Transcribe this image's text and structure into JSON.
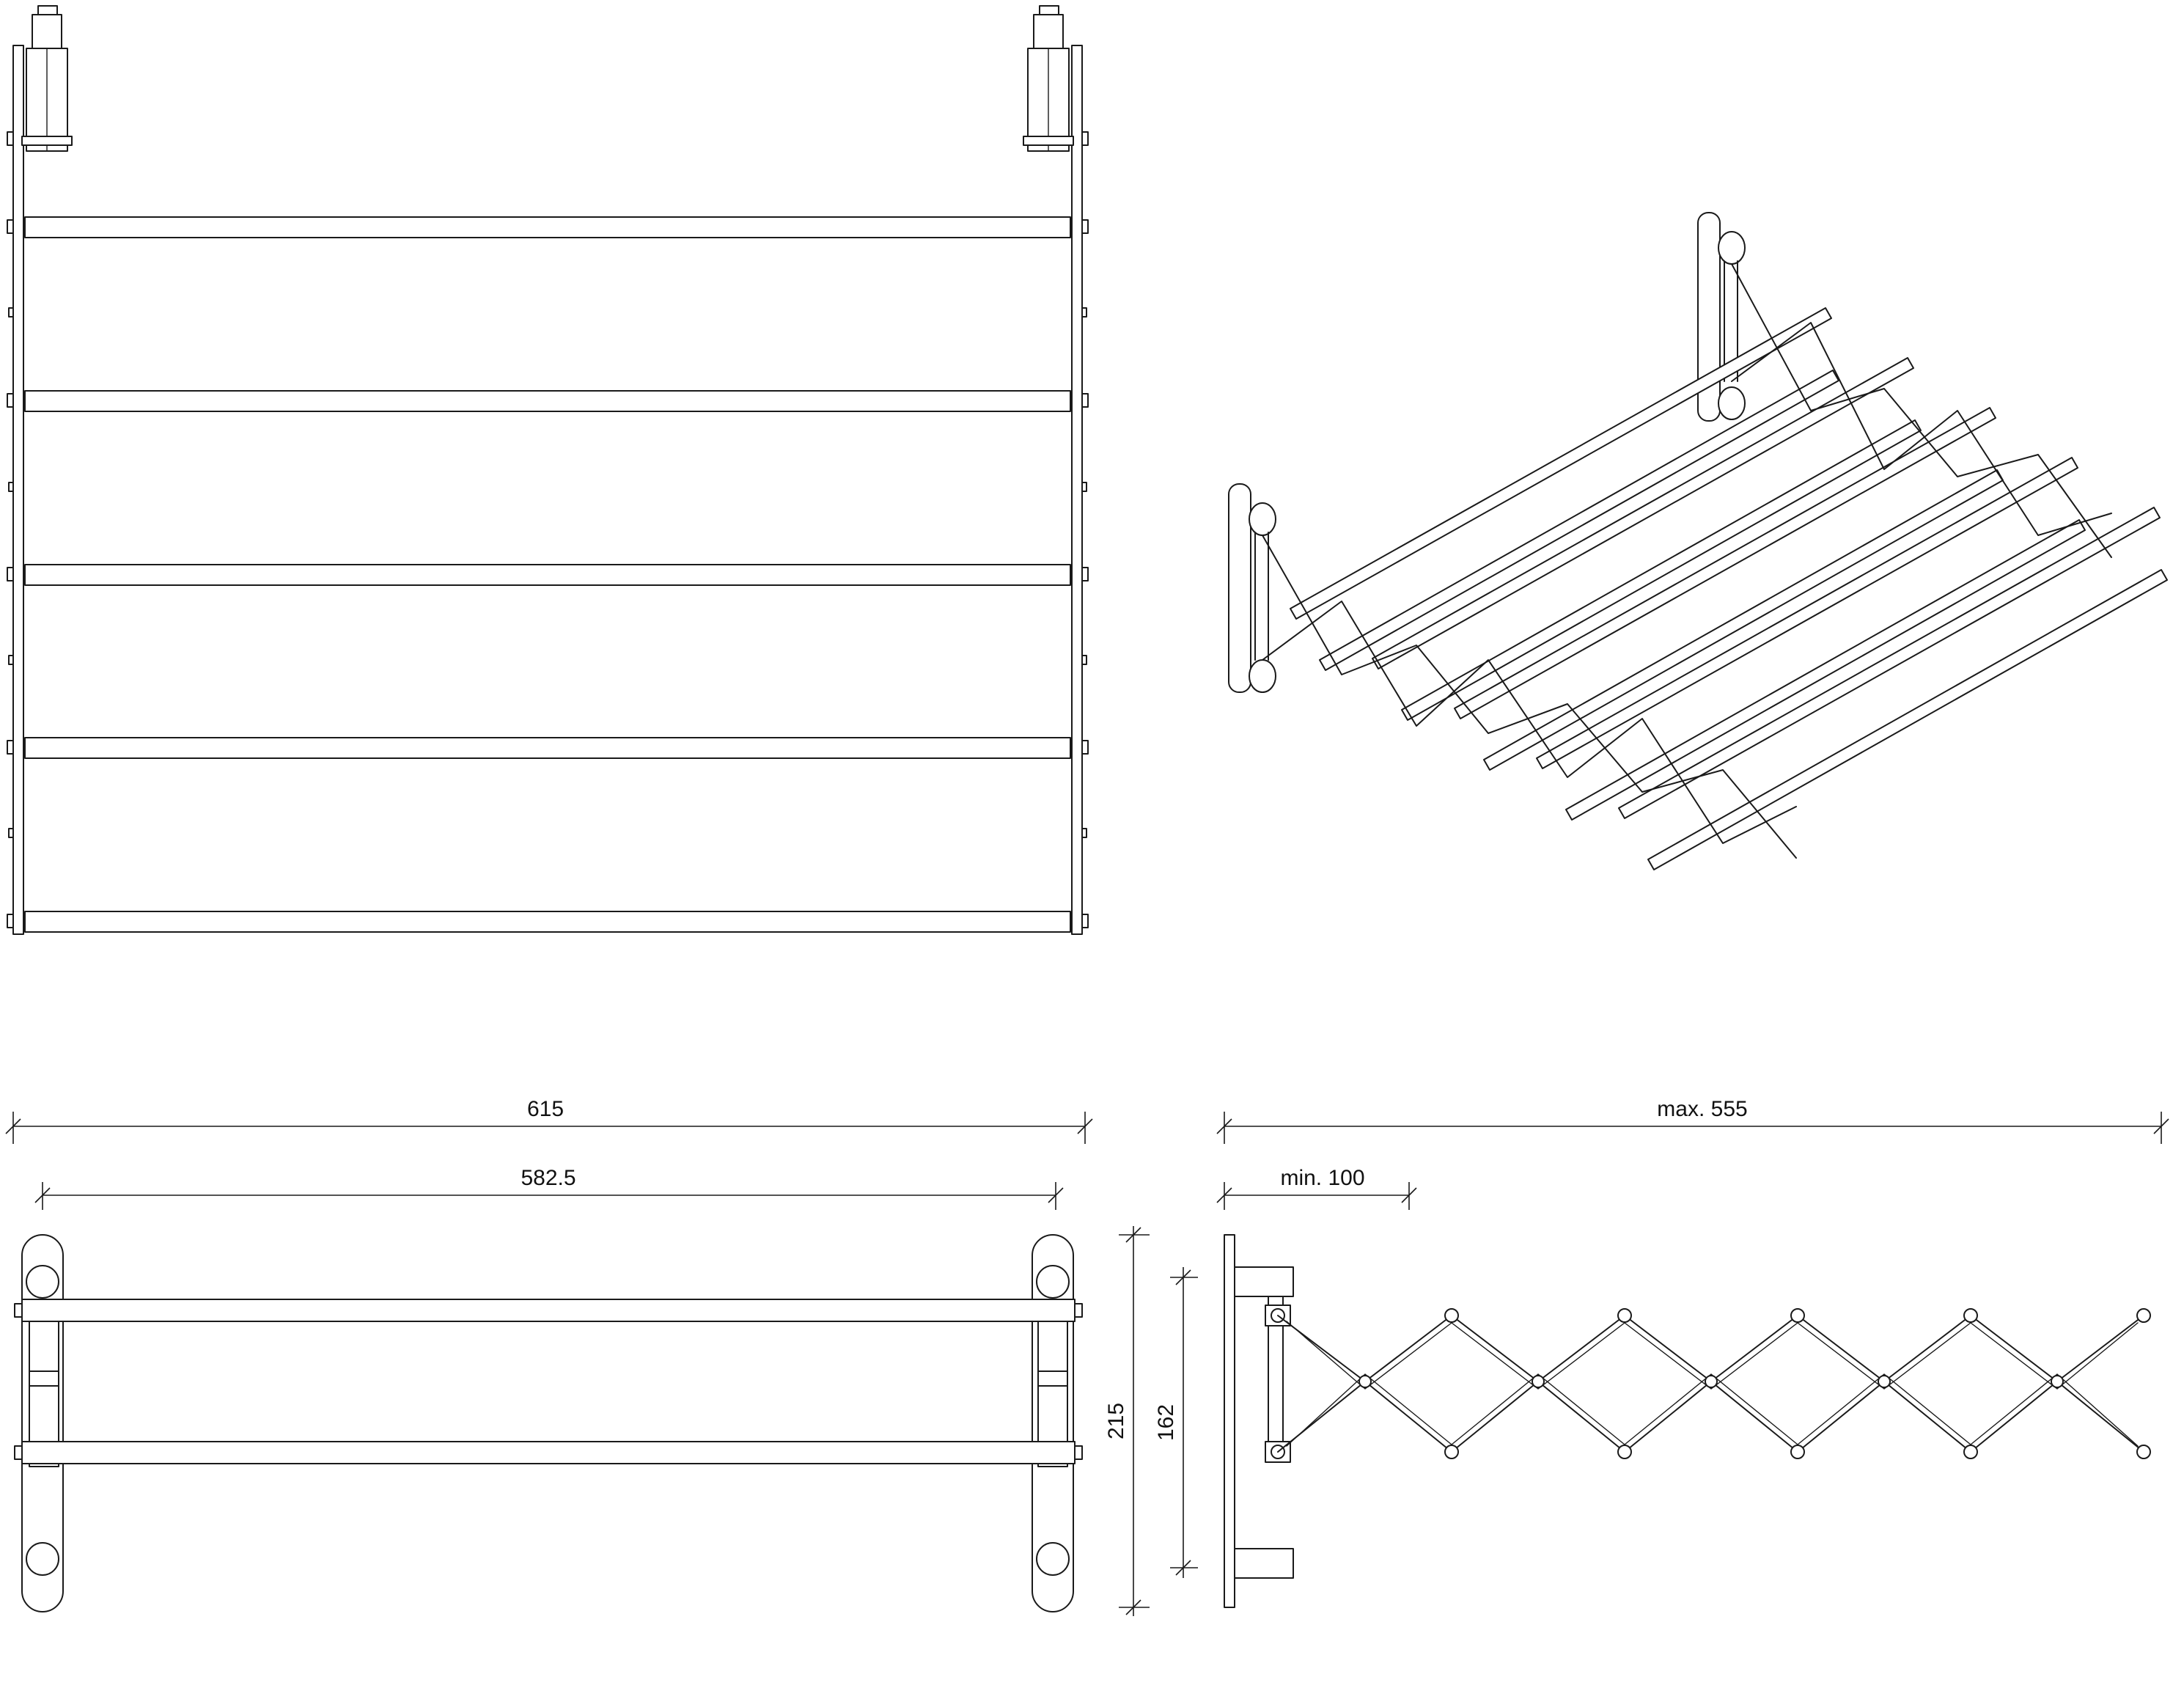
{
  "drawing": {
    "dimensions": {
      "total_width": "615",
      "rail_width": "582.5",
      "max_extension": "max. 555",
      "min_extension": "min. 100",
      "total_height": "215",
      "bracket_height": "162"
    },
    "views": [
      {
        "name": "top-view"
      },
      {
        "name": "isometric-view"
      },
      {
        "name": "front-view"
      },
      {
        "name": "side-view"
      }
    ],
    "rail_count": 5,
    "line_color": "#1a1a1a",
    "background_color": "#ffffff"
  }
}
